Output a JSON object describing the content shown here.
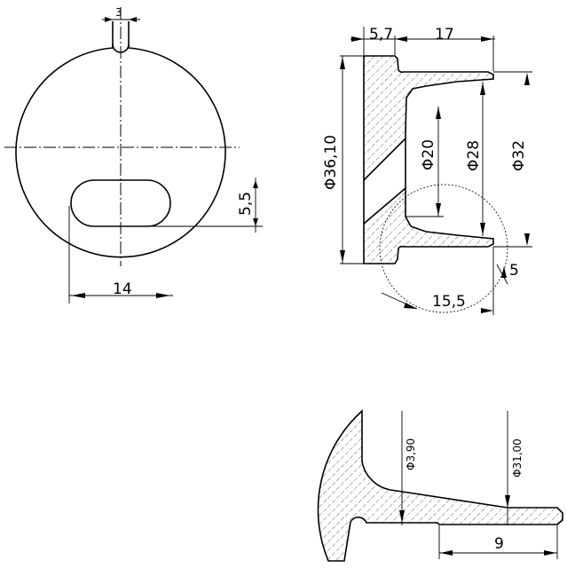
{
  "dims": {
    "slot_width_top": "3",
    "slot_height": "5,5",
    "slot_length": "14",
    "flange_thickness": "5,7",
    "body_length": "17",
    "dia_flange": "Φ36,10",
    "dia_bore": "Φ20",
    "dia_inner": "Φ28",
    "dia_outer": "Φ32",
    "detail_radius": "15,5",
    "lip": "5",
    "detail_dia_small": "Φ3,90",
    "detail_dia_large": "Φ31,00",
    "detail_length": "9"
  }
}
